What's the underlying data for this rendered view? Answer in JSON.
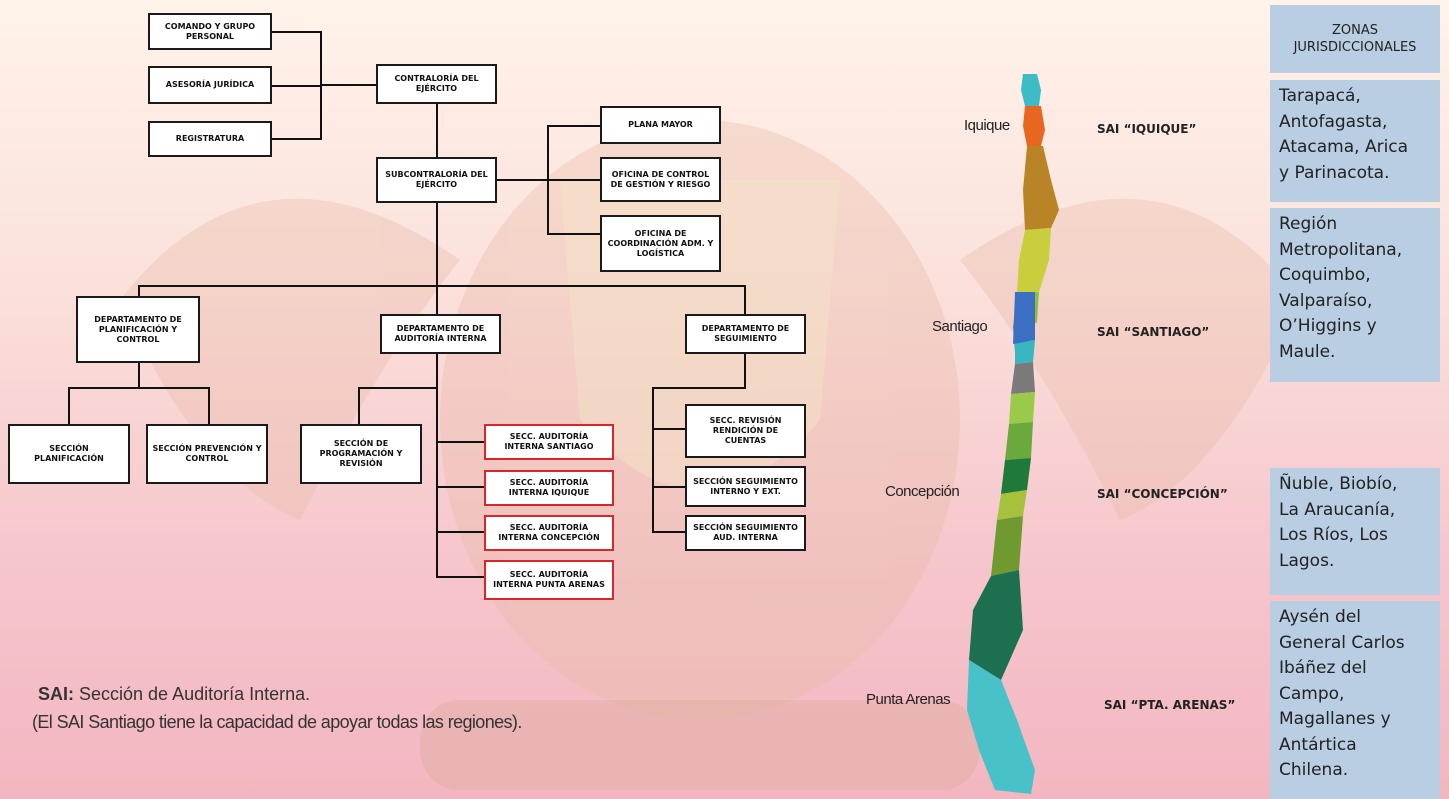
{
  "org_chart": {
    "boxes": {
      "comando": "COMANDO Y GRUPO PERSONAL",
      "asesoria": "ASESORÍA JURÍDICA",
      "registratura": "REGISTRATURA",
      "contraloria": "CONTRALORÍA DEL EJÉRCITO",
      "subcontraloria": "SUBCONTRALORÍA DEL EJÉRCITO",
      "plana_mayor": "PLANA MAYOR",
      "oficina_control": "OFICINA DE CONTROL DE GESTIÓN Y RIESGO",
      "oficina_coord": "OFICINA DE COORDINACIÓN ADM. Y LOGÍSTICA",
      "depto_planif": "DEPARTAMENTO DE PLANIFICACIÓN Y CONTROL",
      "depto_auditoria": "DEPARTAMENTO DE AUDITORÍA INTERNA",
      "depto_seguimiento": "DEPARTAMENTO DE SEGUIMIENTO",
      "sec_planif": "SECCIÓN PLANIFICACIÓN",
      "sec_prevencion": "SECCIÓN PREVENCIÓN Y CONTROL",
      "sec_programacion": "SECCIÓN DE PROGRAMACIÓN Y REVISIÓN",
      "sai_santiago": "SECC.  AUDITORÍA INTERNA SANTIAGO",
      "sai_iquique": "SECC. AUDITORÍA INTERNA IQUIQUE",
      "sai_concepcion": "SECC. AUDITORÍA INTERNA CONCEPCIÓN",
      "sai_punta": "SECC. AUDITORÍA INTERNA PUNTA ARENAS",
      "secc_revision": "SECC.  REVISIÓN RENDICIÓN DE CUENTAS",
      "secc_seg_int": "SECCIÓN SEGUIMIENTO INTERNO Y EXT.",
      "secc_seg_aud": "SECCIÓN SEGUIMIENTO AUD. INTERNA"
    }
  },
  "notes": {
    "sai_abbr": "SAI:",
    "sai_def": " Sección de Auditoría Interna.",
    "support": "(El SAI Santiago tiene la capacidad de apoyar todas las regiones)."
  },
  "map": {
    "cities": {
      "iquique": "Iquique",
      "santiago": "Santiago",
      "concepcion": "Concepción",
      "punta_arenas": "Punta Arenas"
    },
    "sai_labels": {
      "iquique": "SAI “IQUIQUE”",
      "santiago": "SAI “SANTIAGO”",
      "concepcion": "SAI “CONCEPCIÓN”",
      "punta_arenas": "SAI “PTA. ARENAS”"
    }
  },
  "zones": {
    "header": "ZONAS\nJURISDICCIONALES",
    "iquique": "Tarapacá,\nAntofagasta,\nAtacama, Arica\ny Parinacota.",
    "santiago": "Región\nMetropolitana,\nCoquimbo,\nValparaíso,\nO’Higgins y\nMaule.",
    "concepcion": "Ñuble, Biobío,\nLa Araucanía,\nLos Ríos, Los\nLagos.",
    "punta_arenas": "Aysén del\nGeneral Carlos\nIbáñez del\nCampo,\nMagallanes y\nAntártica\nChilena."
  },
  "colors": {
    "box_border": "#1a1a1a",
    "highlight_border": "#d7262c",
    "zone_bg": "#b9cde3"
  }
}
